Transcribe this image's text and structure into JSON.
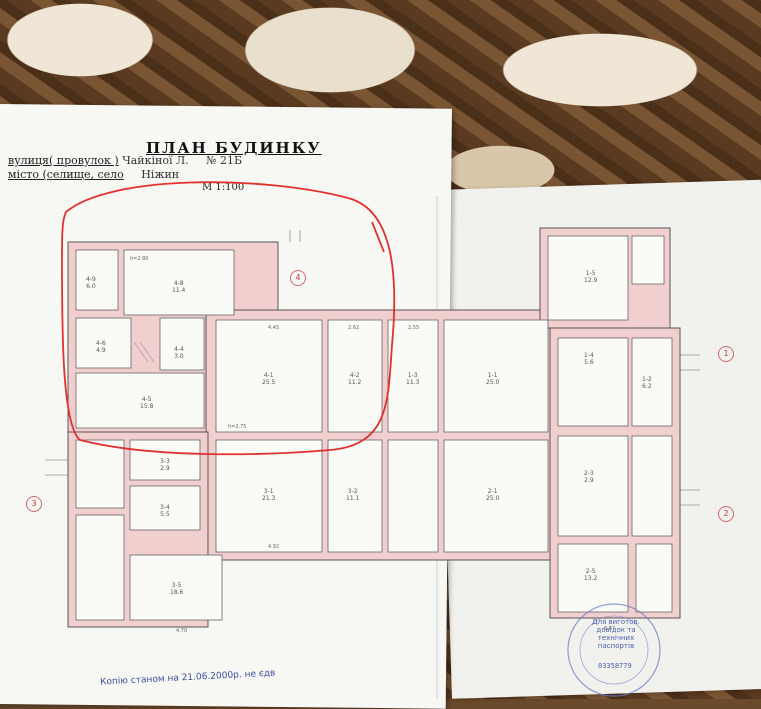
{
  "document": {
    "title": "ПЛАН   БУДИНКУ",
    "street_label": "вулиця( провулок  )",
    "street_value": "Чайкіної Л.",
    "house_number": "№ 21Б",
    "city_label": "місто (селище, село",
    "city_value": "Ніжин",
    "scale": "М 1:100"
  },
  "rooms": [
    {
      "id": "4-9",
      "area": "6.0"
    },
    {
      "id": "4-8",
      "area": "11.4"
    },
    {
      "id": "4-6",
      "area": "4.9"
    },
    {
      "id": "4-5",
      "area": "15.8"
    },
    {
      "id": "4-4",
      "area": "3.0"
    },
    {
      "id": "4-1",
      "area": "25.5"
    },
    {
      "id": "4-2",
      "area": "11.2"
    },
    {
      "id": "1-3",
      "area": "11.3"
    },
    {
      "id": "1-1",
      "area": "25.0"
    },
    {
      "id": "1-5",
      "area": "12.9"
    },
    {
      "id": "1-4",
      "area": "5.6"
    },
    {
      "id": "1-2",
      "area": "6.2"
    },
    {
      "id": "3-1",
      "area": "21.3"
    },
    {
      "id": "3-2",
      "area": "11.1"
    },
    {
      "id": "2-1",
      "area": "25.0"
    },
    {
      "id": "3-5",
      "area": "18.6"
    },
    {
      "id": "3-4",
      "area": "5.5"
    },
    {
      "id": "3-3",
      "area": "2.9"
    },
    {
      "id": "2-3",
      "area": "2.9"
    },
    {
      "id": "2-5",
      "area": "13.2"
    }
  ],
  "markers": {
    "left": "3",
    "top": "4",
    "right1": "1",
    "right2": "2"
  },
  "dimensions": {
    "ceiling_a": "h=2.75",
    "ceiling_b": "h=2.80",
    "len_a": "4.45",
    "len_b": "2.62",
    "len_c": "2.55",
    "len_d": "4.92",
    "len_e": "4.70",
    "len_f": "6.67"
  },
  "stamp": {
    "text": "Для виготов. довідок та технічних паспортів",
    "number": "03358779"
  },
  "copy_note": "Копію станом на  21.06.2000р. не єдв",
  "colors": {
    "wall_fill": "#f2cfcf",
    "wall_stroke": "#555555",
    "red_ink": "#e0312e",
    "stamp_blue": "#4a5fb4"
  }
}
